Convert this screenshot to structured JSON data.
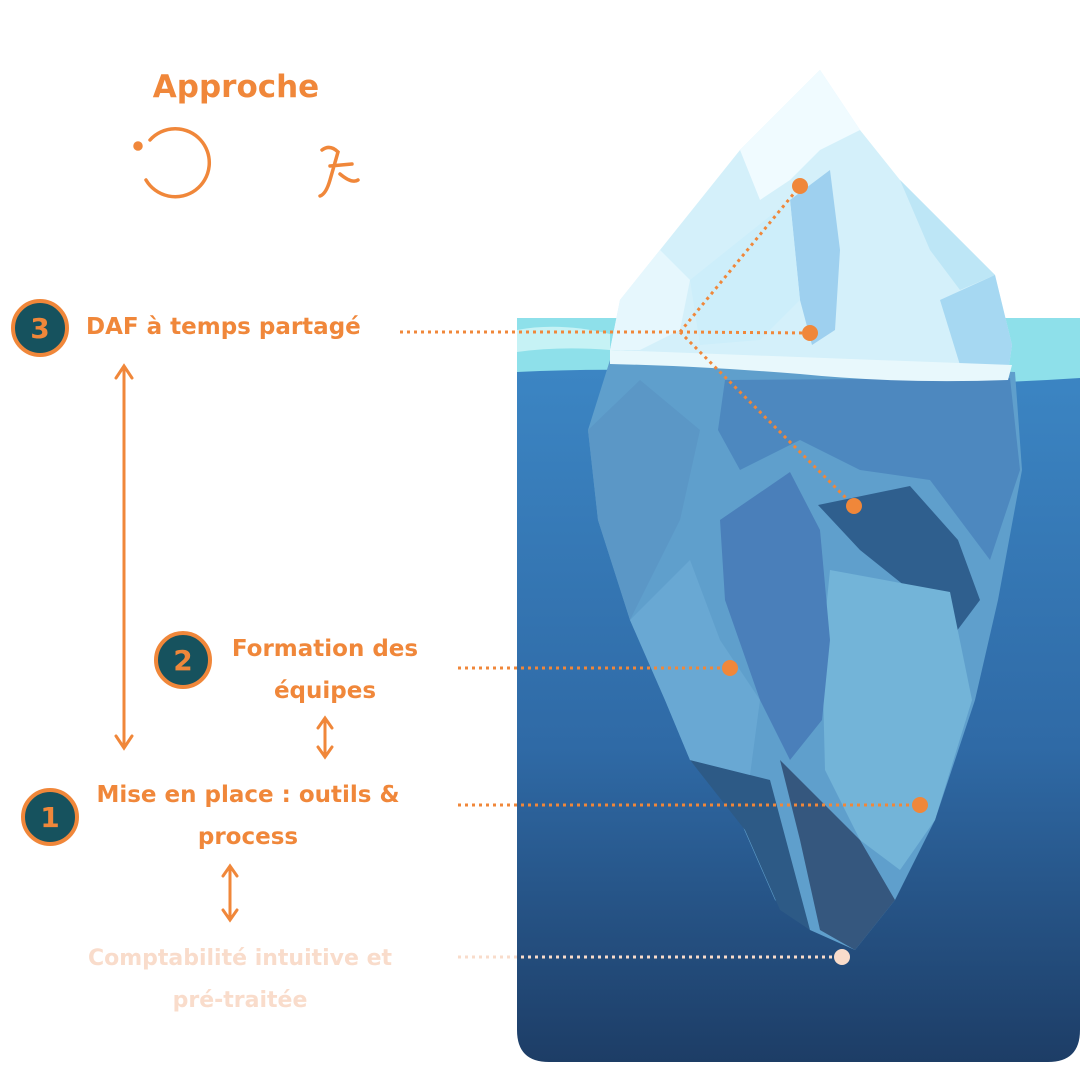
{
  "title": "Approche",
  "steps": [
    {
      "number": "3",
      "label": "DAF à temps partagé"
    },
    {
      "number": "2",
      "label": "Formation des équipes"
    },
    {
      "number": "1",
      "label": "Mise en place : outils & process"
    }
  ],
  "base": {
    "label": "Comptabilité intuitive et pré-traitée"
  },
  "colors": {
    "accent": "#f0873a",
    "badge_fill": "#16525e",
    "faded_text": "#f9dccb",
    "water_top": "#3c86c4",
    "water_bottom": "#1d3d66"
  }
}
